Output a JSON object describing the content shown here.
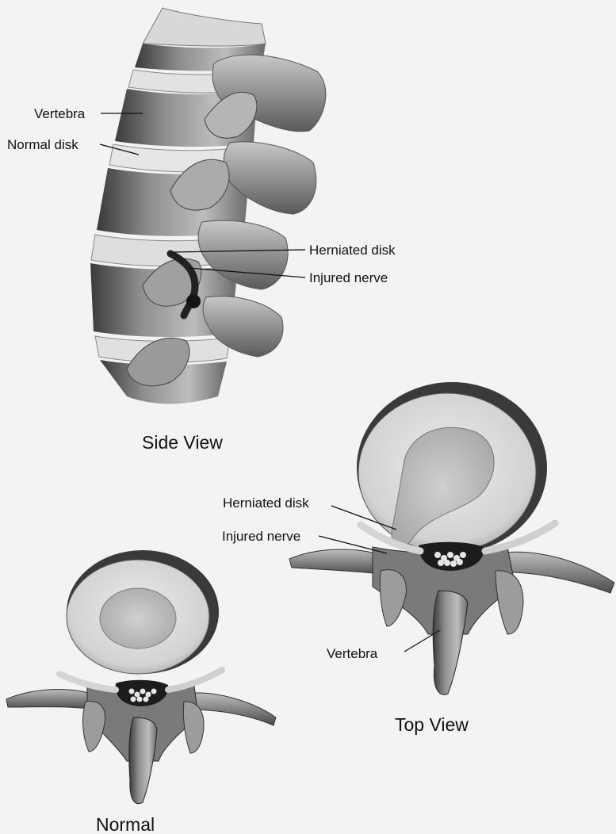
{
  "side_view": {
    "caption": "Side View",
    "labels": {
      "vertebra": "Vertebra",
      "normal_disk": "Normal disk",
      "herniated_disk": "Herniated disk",
      "injured_nerve": "Injured nerve"
    }
  },
  "top_view": {
    "caption": "Top View",
    "labels": {
      "herniated_disk": "Herniated disk",
      "injured_nerve": "Injured nerve",
      "vertebra": "Vertebra"
    }
  },
  "normal_view": {
    "caption": "Normal"
  },
  "colors": {
    "background": "#f3f3f3",
    "bone_light": "#d9d9d9",
    "bone_mid": "#9a9a9a",
    "bone_dark": "#2e2e2e",
    "disk_fill": "#e4e4e4",
    "nucleus": "#bdbdbd"
  }
}
